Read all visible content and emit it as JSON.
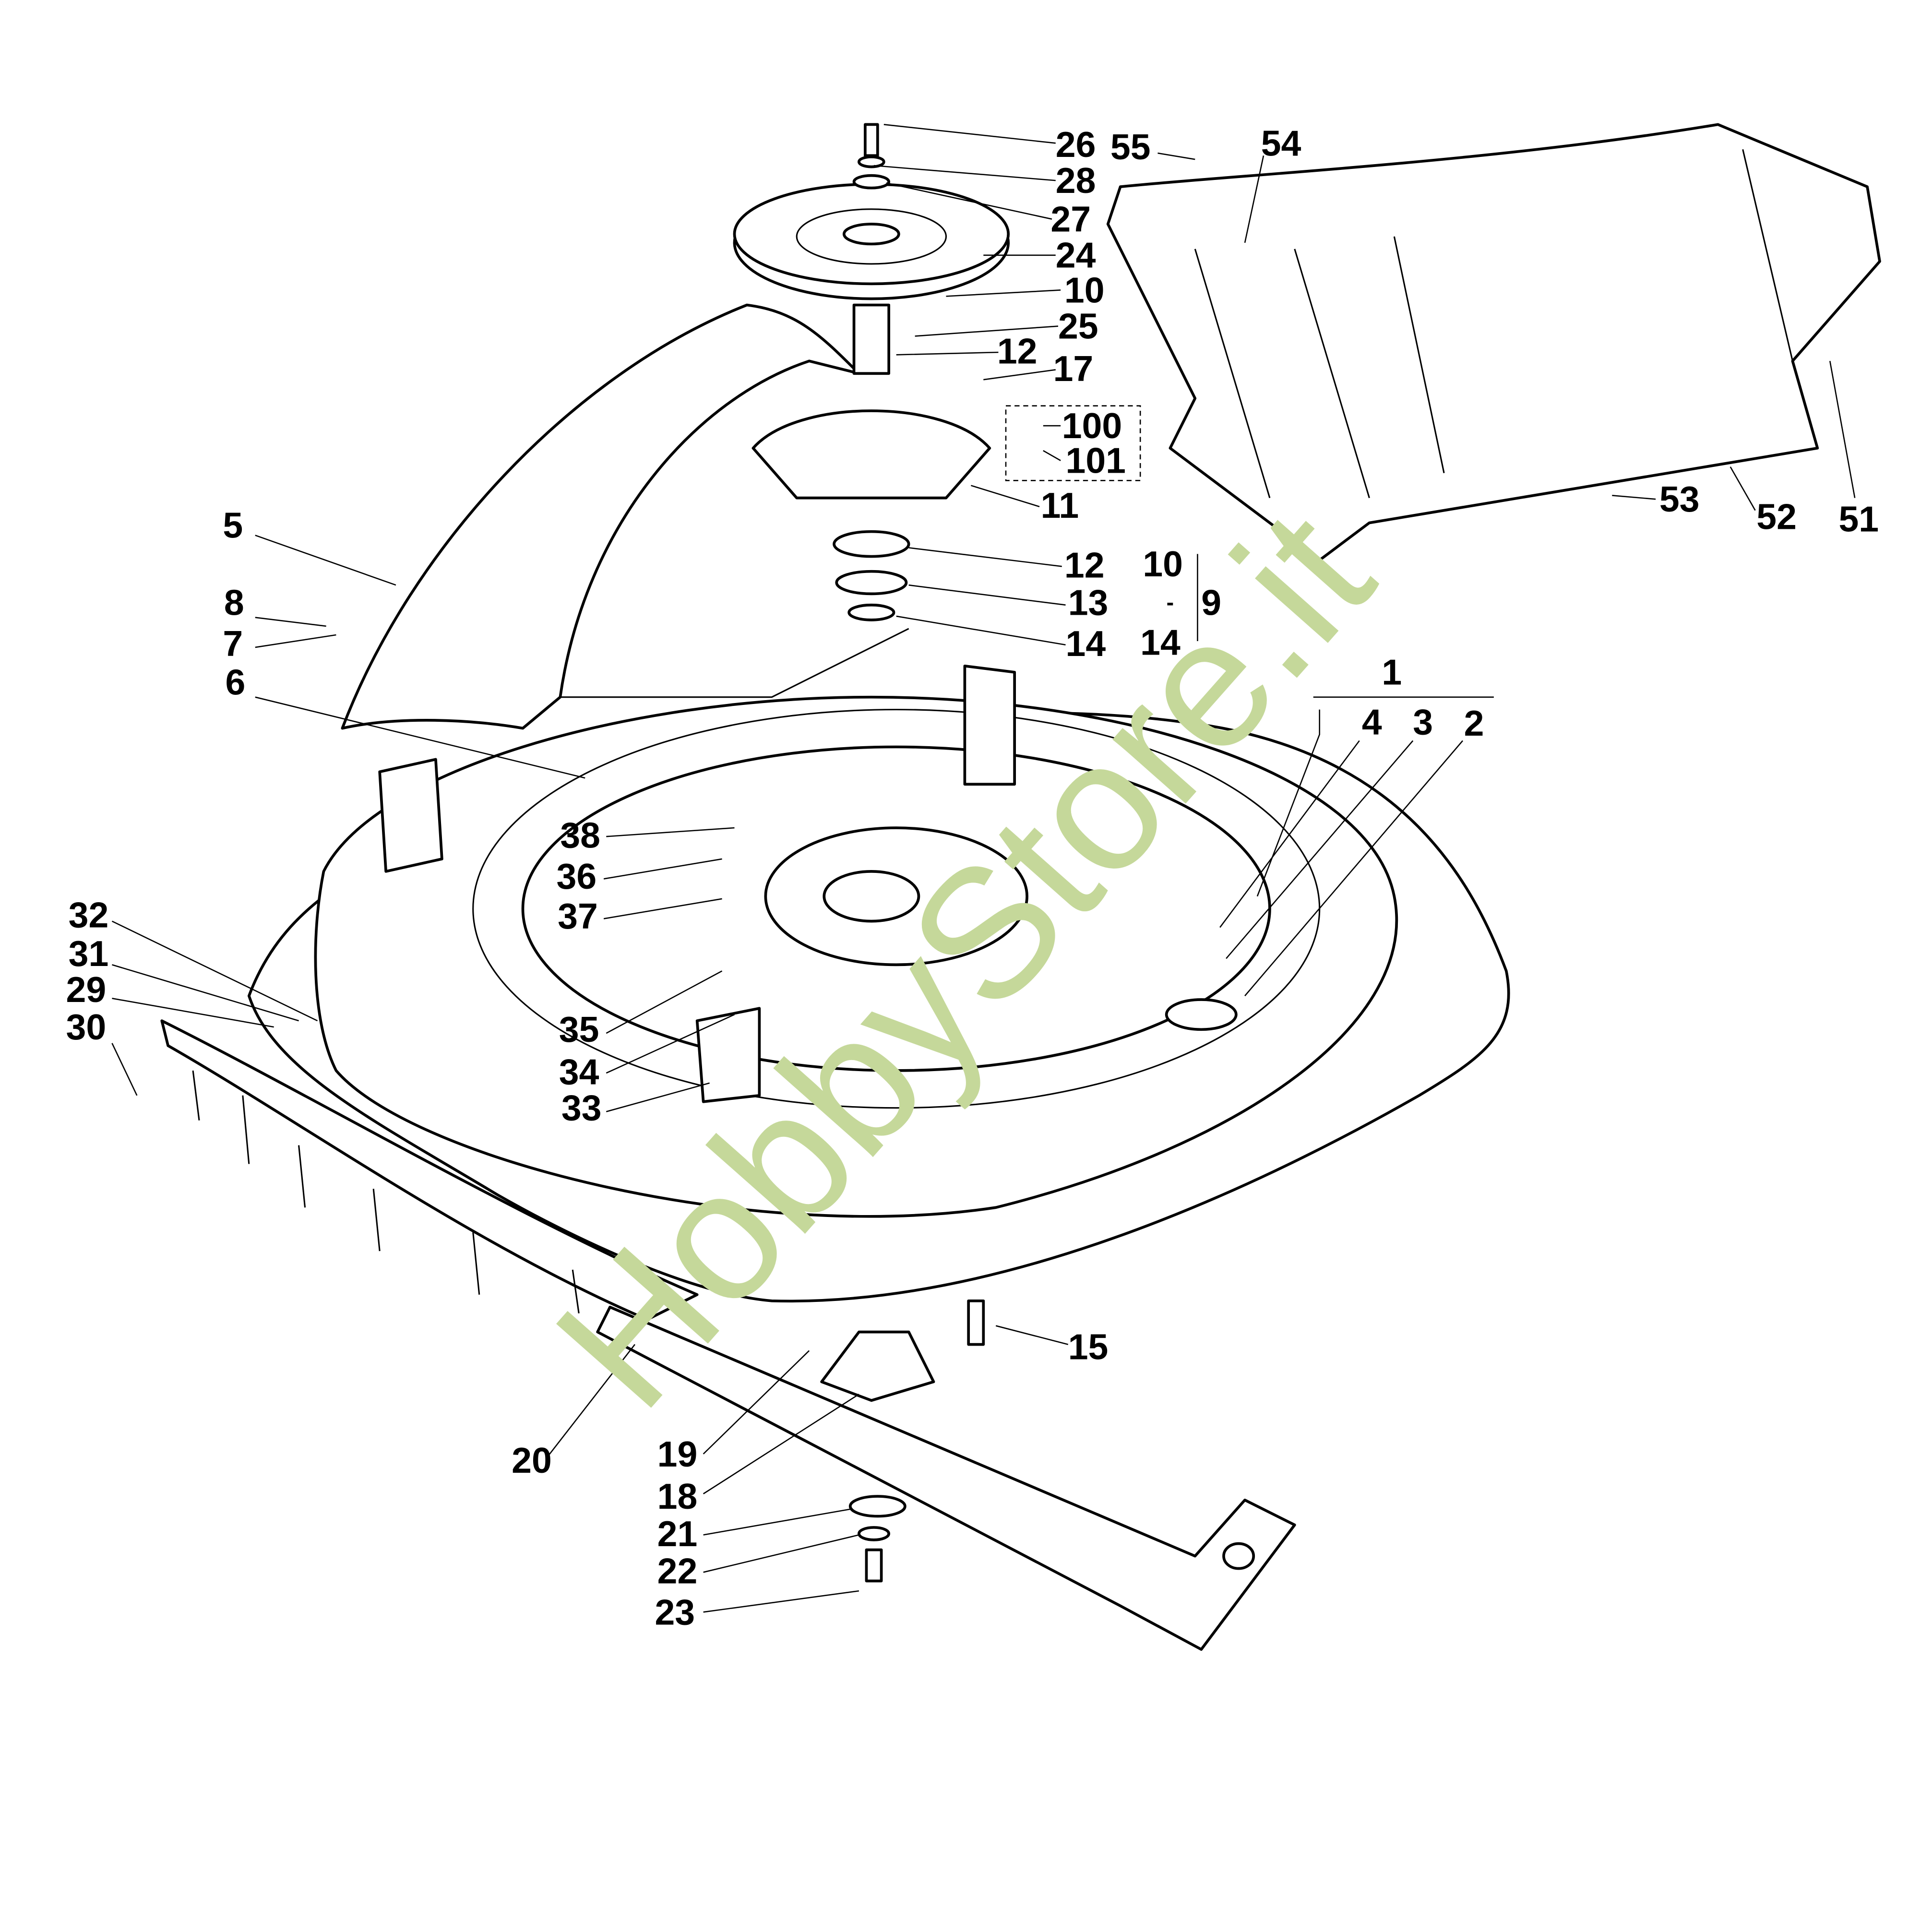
{
  "diagram": {
    "title": "Mower deck exploded parts view",
    "watermark": "HobbyStore.it",
    "watermark_color": "#c5d89a",
    "labels": {
      "l26": "26",
      "l55": "55",
      "l54": "54",
      "l28": "28",
      "l27": "27",
      "l24": "24",
      "l10a": "10",
      "l25": "25",
      "l12a": "12",
      "l17": "17",
      "l100": "100",
      "l101": "101",
      "l11": "11",
      "l5": "5",
      "l12b": "12",
      "l13": "13",
      "l14a": "14",
      "l10b": "10",
      "dash": "-",
      "l9": "9",
      "l14b": "14",
      "l8": "8",
      "l7": "7",
      "l6": "6",
      "l1": "1",
      "l4": "4",
      "l3": "3",
      "l2": "2",
      "l53": "53",
      "l52": "52",
      "l51": "51",
      "l38": "38",
      "l36": "36",
      "l37": "37",
      "l32": "32",
      "l31": "31",
      "l29": "29",
      "l30": "30",
      "l35": "35",
      "l34": "34",
      "l33": "33",
      "l15": "15",
      "l20": "20",
      "l19": "19",
      "l18": "18",
      "l21": "21",
      "l22": "22",
      "l23": "23"
    }
  }
}
